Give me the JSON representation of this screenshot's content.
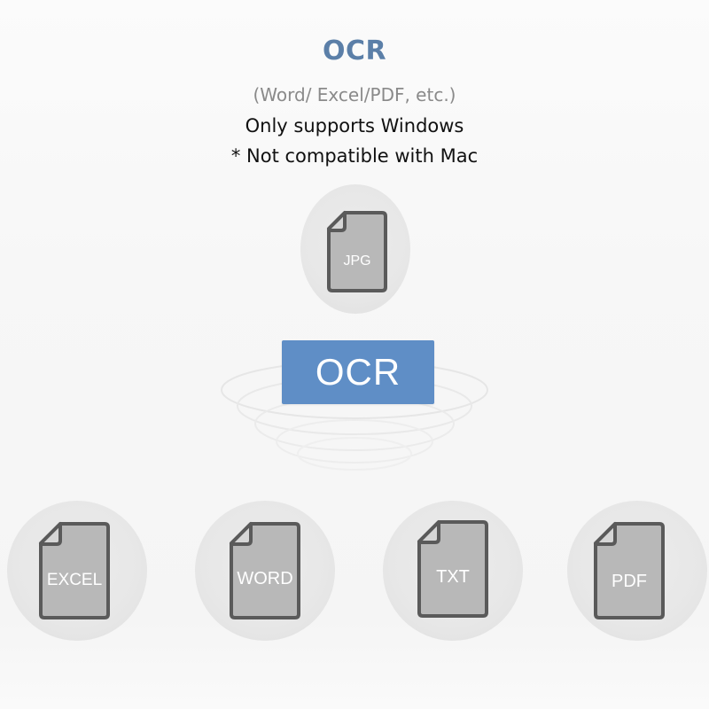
{
  "header": {
    "title": "OCR",
    "formats": "(Word/ Excel/PDF, etc.)",
    "note_windows": "Only supports Windows",
    "note_mac": "* Not compatible with Mac"
  },
  "input_file": {
    "label": "JPG"
  },
  "engine": {
    "label": "OCR"
  },
  "output_files": [
    {
      "label": "EXCEL"
    },
    {
      "label": "WORD"
    },
    {
      "label": "TXT"
    },
    {
      "label": "PDF"
    }
  ],
  "colors": {
    "title": "#5b7fa8",
    "ocr_box": "#5f8ec6",
    "document_fill": "#b8b8b8",
    "document_outline": "#5a5a5a",
    "bubble": "#e7e7e7"
  }
}
